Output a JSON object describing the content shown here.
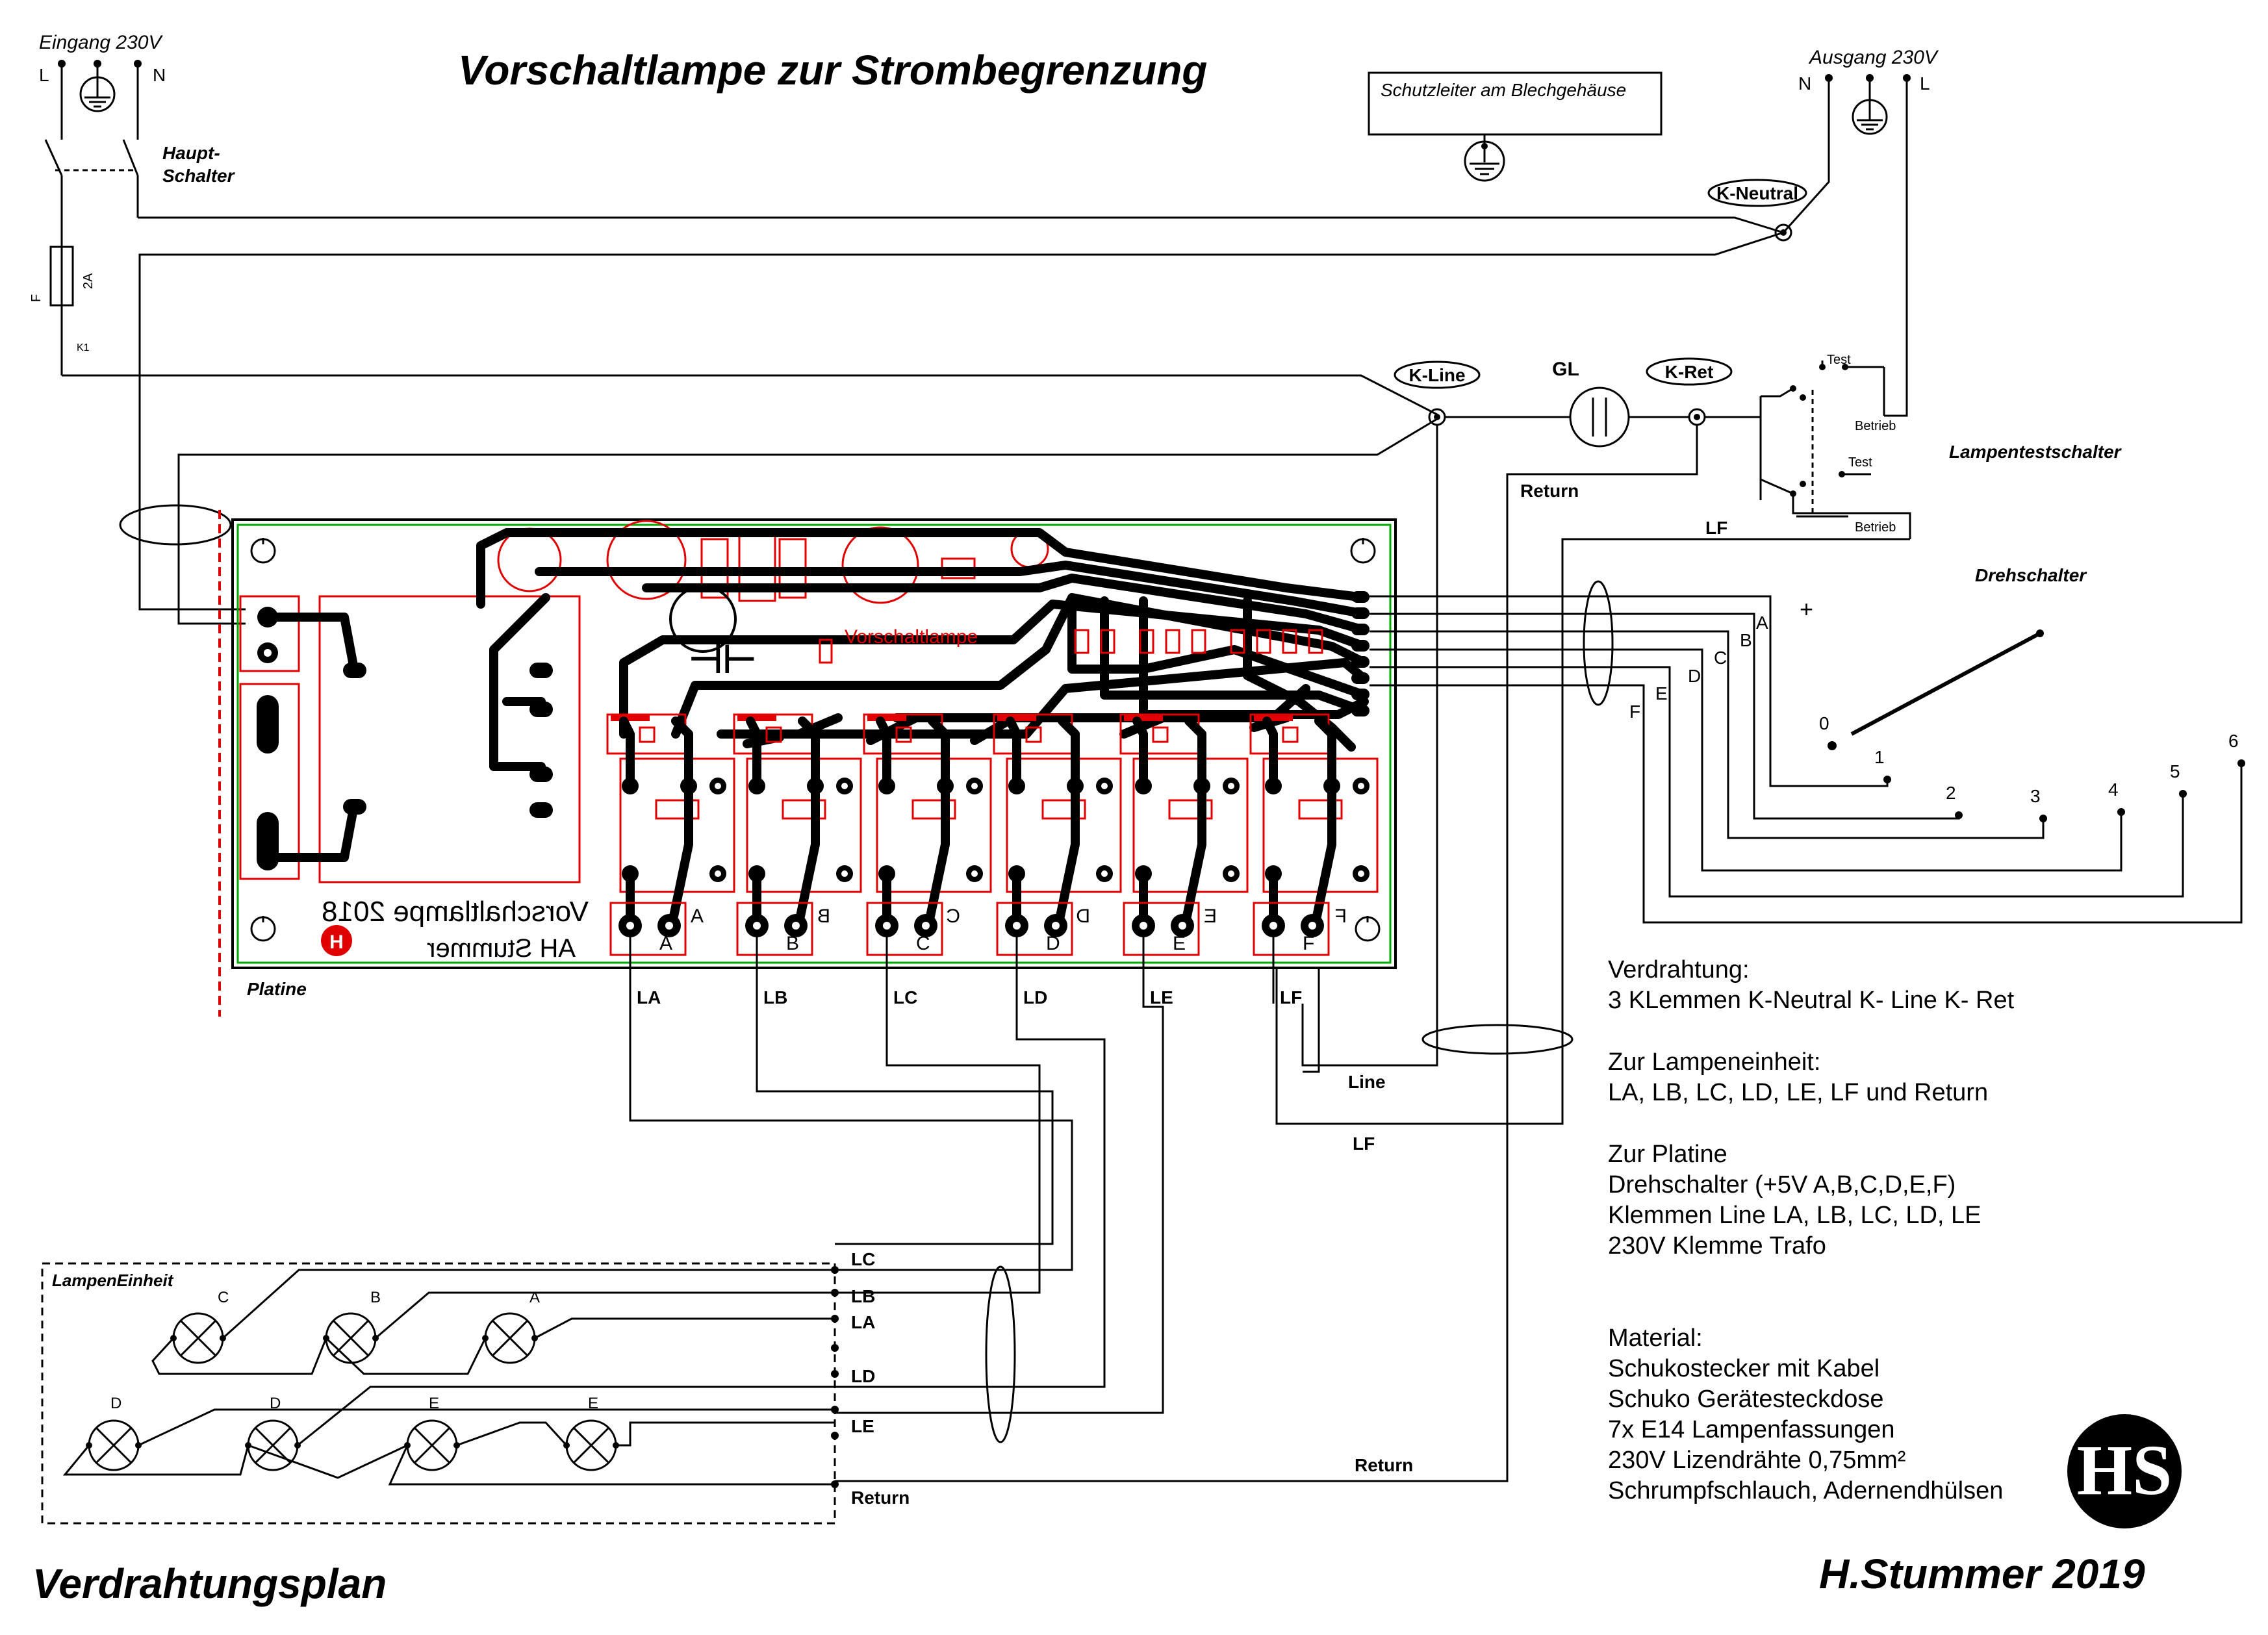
{
  "title": "Vorschaltlampe zur  Strombegrenzung",
  "footer_left": "Verdrahtungsplan",
  "footer_right": "H.Stummer  2019",
  "input": {
    "label": "Eingang 230V",
    "L": "L",
    "N": "N"
  },
  "output": {
    "label": "Ausgang 230V",
    "N": "N",
    "L": "L"
  },
  "main_switch": {
    "line1": "Haupt-",
    "line2": "Schalter"
  },
  "fuse": {
    "F": "F",
    "rating": "2A",
    "ref": "K1"
  },
  "earth_box": "Schutzleiter am Blechgehäuse",
  "terminals": {
    "neutral": "K-Neutral",
    "line": "K-Line",
    "ret": "K-Ret"
  },
  "gl": "GL",
  "lamp_test_switch": {
    "label": "Lampentestschalter",
    "test": "Test",
    "betrieb": "Betrieb"
  },
  "return_label": "Return",
  "lf_label": "LF",
  "rotary": {
    "label": "Drehschalter",
    "plus": "+",
    "letters": [
      "A",
      "B",
      "C",
      "D",
      "E",
      "F"
    ],
    "positions": [
      "0",
      "1",
      "2",
      "3",
      "4",
      "5",
      "6"
    ]
  },
  "pcb": {
    "label": "Platine",
    "silk1": "Vorschaltlampe 2018",
    "silk2": "AH Stummer",
    "silk3": "Vorschaltlampe",
    "relay_letters": [
      "A",
      "B",
      "C",
      "D",
      "E",
      "F"
    ]
  },
  "pcb_outputs": [
    "LA",
    "LB",
    "LC",
    "LD",
    "LE",
    "LF"
  ],
  "line_label": "Line",
  "lf_bottom": "LF",
  "lamp_unit": {
    "label": "LampenEinheit",
    "top_lamps": [
      "C",
      "B",
      "A"
    ],
    "bottom_lamps": [
      "D",
      "D",
      "E",
      "E"
    ],
    "terminals": [
      "LC",
      "LB",
      "LA",
      "LD",
      "LE",
      "Return"
    ]
  },
  "return_bottom": "Return",
  "notes": {
    "wiring": [
      "Verdrahtung:",
      "3 KLemmen      K-Neutral     K- Line      K- Ret"
    ],
    "lamp": [
      "Zur Lampeneinheit:",
      " LA, LB, LC, LD, LE, LF  und  Return"
    ],
    "board": [
      "Zur Platine",
      "Drehschalter  (+5V  A,B,C,D,E,F)",
      "Klemmen   Line   LA, LB, LC, LD, LE",
      "230V Klemme Trafo"
    ],
    "material": [
      "Material:",
      "Schukostecker mit Kabel",
      "Schuko Gerätesteckdose",
      "7x  E14 Lampenfassungen",
      "230V Lizendrähte 0,75mm²",
      "Schrumpfschlauch, Adernendhülsen"
    ]
  },
  "logo": "HS"
}
